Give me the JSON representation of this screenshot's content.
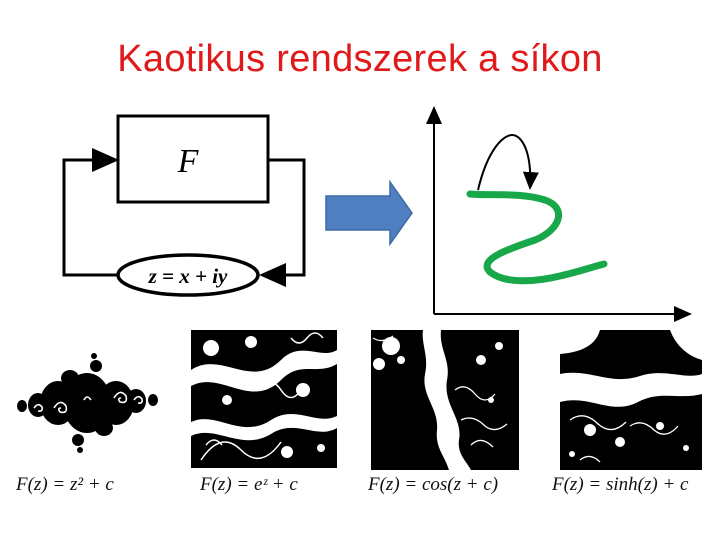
{
  "title": "Kaotikus rendszerek a síkon",
  "diagram": {
    "function_label": "F",
    "variable_label": "z = x + iy"
  },
  "captions": [
    "F(z) = z² + c",
    "F(z) = eᶻ + c",
    "F(z) = cos(z + c)",
    "F(z) = sinh(z) + c"
  ],
  "colors": {
    "title": "#e0191a",
    "arrow": "#4f7fc0",
    "trajectory": "#18a84a"
  }
}
